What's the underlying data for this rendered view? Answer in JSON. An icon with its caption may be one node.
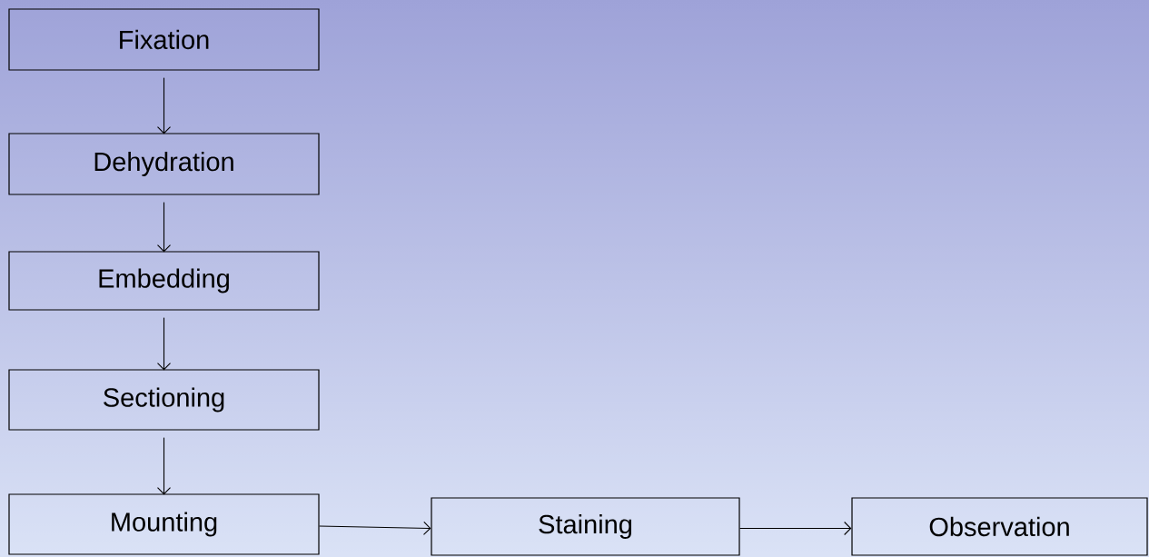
{
  "diagram": {
    "nodes": [
      {
        "text": [
          "Fixation"
        ]
      },
      {
        "text": [
          "Dehydration"
        ]
      },
      {
        "text": [
          "Embedding"
        ]
      },
      {
        "text": [
          "Sectioning"
        ]
      },
      {
        "text": [
          "Mounting"
        ]
      },
      {
        "text": [
          "Staining"
        ]
      },
      {
        "text": [
          "Observation"
        ]
      }
    ],
    "edges": [
      {
        "from": 0,
        "to": 1,
        "arrow": "to"
      },
      {
        "from": 1,
        "to": 2,
        "arrow": "to"
      },
      {
        "from": 2,
        "to": 3,
        "arrow": "to"
      },
      {
        "from": 3,
        "to": 4,
        "arrow": "to"
      },
      {
        "from": 4,
        "to": 5,
        "arrow": "to"
      },
      {
        "from": 5,
        "to": 6,
        "arrow": "to"
      }
    ]
  }
}
